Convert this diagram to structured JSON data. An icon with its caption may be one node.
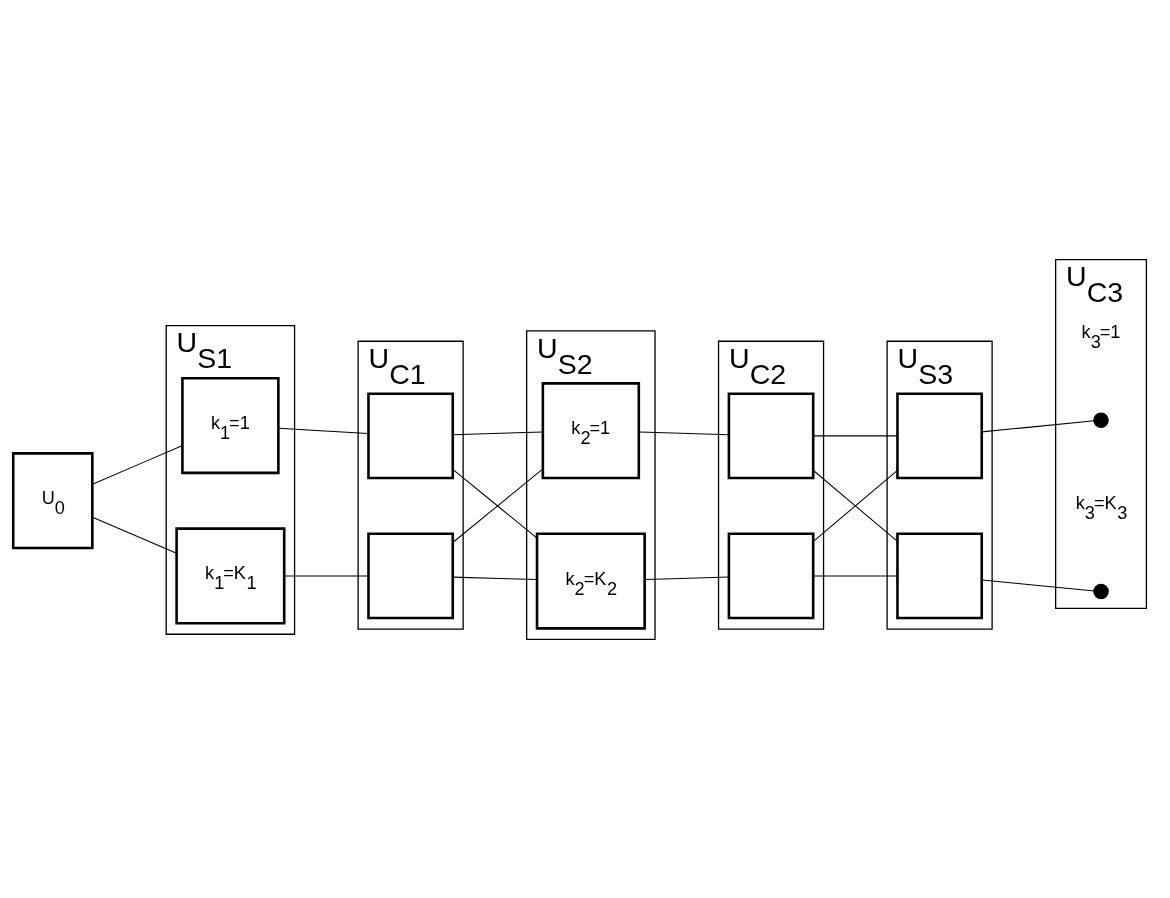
{
  "diagram": {
    "nodes": [
      {
        "text": [
          "U$_{0}$"
        ]
      },
      {
        "text": [
          "U$_{S1}$"
        ]
      },
      {
        "text": [
          "k$_{1}$=1"
        ],
        "in": 1
      },
      {
        "text": [
          "k$_{1}$=K$_{1}$"
        ],
        "in": 1
      },
      {
        "text": [
          "U$_{C1}$"
        ]
      },
      {
        "text": [],
        "shape": "box",
        "in": 4
      },
      {
        "text": [],
        "shape": "box",
        "in": 4
      },
      {
        "text": [
          "U$_{S2}$"
        ]
      },
      {
        "text": [
          "k$_{2}$=1"
        ],
        "in": 7
      },
      {
        "text": [
          "k$_{2}$=K$_{2}$"
        ],
        "in": 7
      },
      {
        "text": [
          "U$_{C2}$"
        ]
      },
      {
        "text": [],
        "shape": "box",
        "in": 10
      },
      {
        "text": [],
        "shape": "box",
        "in": 10
      },
      {
        "text": [
          "U$_{S3}$"
        ]
      },
      {
        "text": [],
        "shape": "box",
        "in": 13
      },
      {
        "text": [],
        "shape": "box",
        "in": 13
      },
      {
        "text": [
          "U$_{C3}$"
        ]
      },
      {
        "text": [],
        "shape": "circle",
        "in": 16,
        "beside": [
          "k$_{3}$=1"
        ]
      },
      {
        "text": [],
        "shape": "circle",
        "in": 16,
        "beside": [
          "k$_{3}$=K$_{3}$"
        ]
      }
    ],
    "edges": [
      {
        "from": 0,
        "to": 2,
        "arrow": "none"
      },
      {
        "from": 0,
        "to": 3,
        "arrow": "none"
      },
      {
        "from": 2,
        "to": 5,
        "arrow": "none"
      },
      {
        "from": 3,
        "to": 6,
        "arrow": "none"
      },
      {
        "from": 5,
        "to": 8,
        "arrow": "none"
      },
      {
        "from": 5,
        "to": 9,
        "arrow": "none"
      },
      {
        "from": 6,
        "to": 8,
        "arrow": "none"
      },
      {
        "from": 6,
        "to": 9,
        "arrow": "none"
      },
      {
        "from": 8,
        "to": 11,
        "arrow": "none"
      },
      {
        "from": 9,
        "to": 12,
        "arrow": "none"
      },
      {
        "from": 11,
        "to": 14,
        "arrow": "none"
      },
      {
        "from": 11,
        "to": 15,
        "arrow": "none"
      },
      {
        "from": 12,
        "to": 14,
        "arrow": "none"
      },
      {
        "from": 12,
        "to": 15,
        "arrow": "none"
      },
      {
        "from": 14,
        "to": 17,
        "arrow": "none"
      },
      {
        "from": 15,
        "to": 18,
        "arrow": "none"
      }
    ]
  }
}
